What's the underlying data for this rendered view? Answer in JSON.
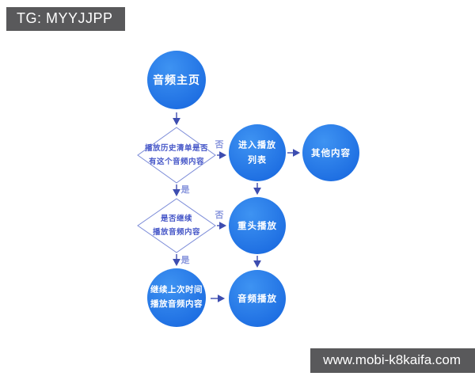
{
  "watermarks": {
    "top_left": "TG: MYYJJPP",
    "bottom_right": "www.mobi-k8kaifa.com"
  },
  "colors": {
    "node_fill_light": "#3e93f2",
    "node_fill_dark": "#1a6ae0",
    "diamond_stroke": "#7c8cd8",
    "diamond_fill": "#ffffff",
    "diamond_text": "#4657c8",
    "arrow": "#3d4db0",
    "branch_label": "#8a97dd",
    "watermark_bg": "#59595b",
    "watermark_text": "#ffffff"
  },
  "flowchart": {
    "nodes": {
      "home": {
        "label": "音频主页",
        "type": "circle"
      },
      "history_check": {
        "label": "播放历史清单是否\n有这个音频内容",
        "type": "decision"
      },
      "enter_playlist": {
        "label": "进入播放\n列表",
        "type": "circle"
      },
      "other_content": {
        "label": "其他内容",
        "type": "circle"
      },
      "continue_check": {
        "label": "是否继续\n播放音频内容",
        "type": "decision"
      },
      "replay": {
        "label": "重头播放",
        "type": "circle"
      },
      "continue_last": {
        "label": "继续上次时间\n播放音频内容",
        "type": "circle"
      },
      "audio_play": {
        "label": "音频播放",
        "type": "circle"
      }
    },
    "branch_labels": {
      "history_no": "否",
      "history_yes": "是",
      "continue_no": "否",
      "continue_yes": "是"
    }
  }
}
